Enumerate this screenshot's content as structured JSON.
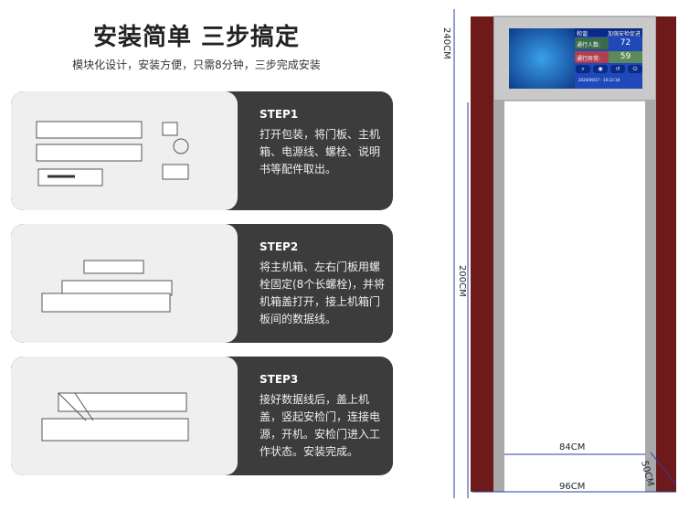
{
  "title": "安装简单 三步搞定",
  "subtitle": "模块化设计，安装方便，只需8分钟，三步完成安装",
  "steps": [
    {
      "label": "STEP1",
      "text": "打开包装，将门板、主机箱、电源线、螺栓、说明书等配件取出。"
    },
    {
      "label": "STEP2",
      "text": "将主机箱、左右门板用螺栓固定(8个长螺栓)，并将机箱盖打开，接上机箱门板间的数据线。"
    },
    {
      "label": "STEP3",
      "text": "接好数据线后，盖上机盖，竖起安检门，连接电源，开机。安检门进入工作状态。安装完成。"
    }
  ],
  "screen": {
    "header_left": "和谐",
    "header_right": "加强安检促进",
    "count_label": "通行人数:",
    "count_value": "72",
    "alarm_label": "通行异常:",
    "alarm_value": "59",
    "datetime": "2024/09/27 - 10:23:18"
  },
  "dimensions": {
    "total_height": "240CM",
    "inner_height": "200CM",
    "inner_width": "84CM",
    "outer_width": "96CM",
    "depth": "50CM"
  },
  "colors": {
    "card_dark": "#3c3c3c",
    "card_light": "#efefef",
    "pillar": "#6e1a1a",
    "frame": "#a9a9a9",
    "screen": "#1f49b8"
  }
}
